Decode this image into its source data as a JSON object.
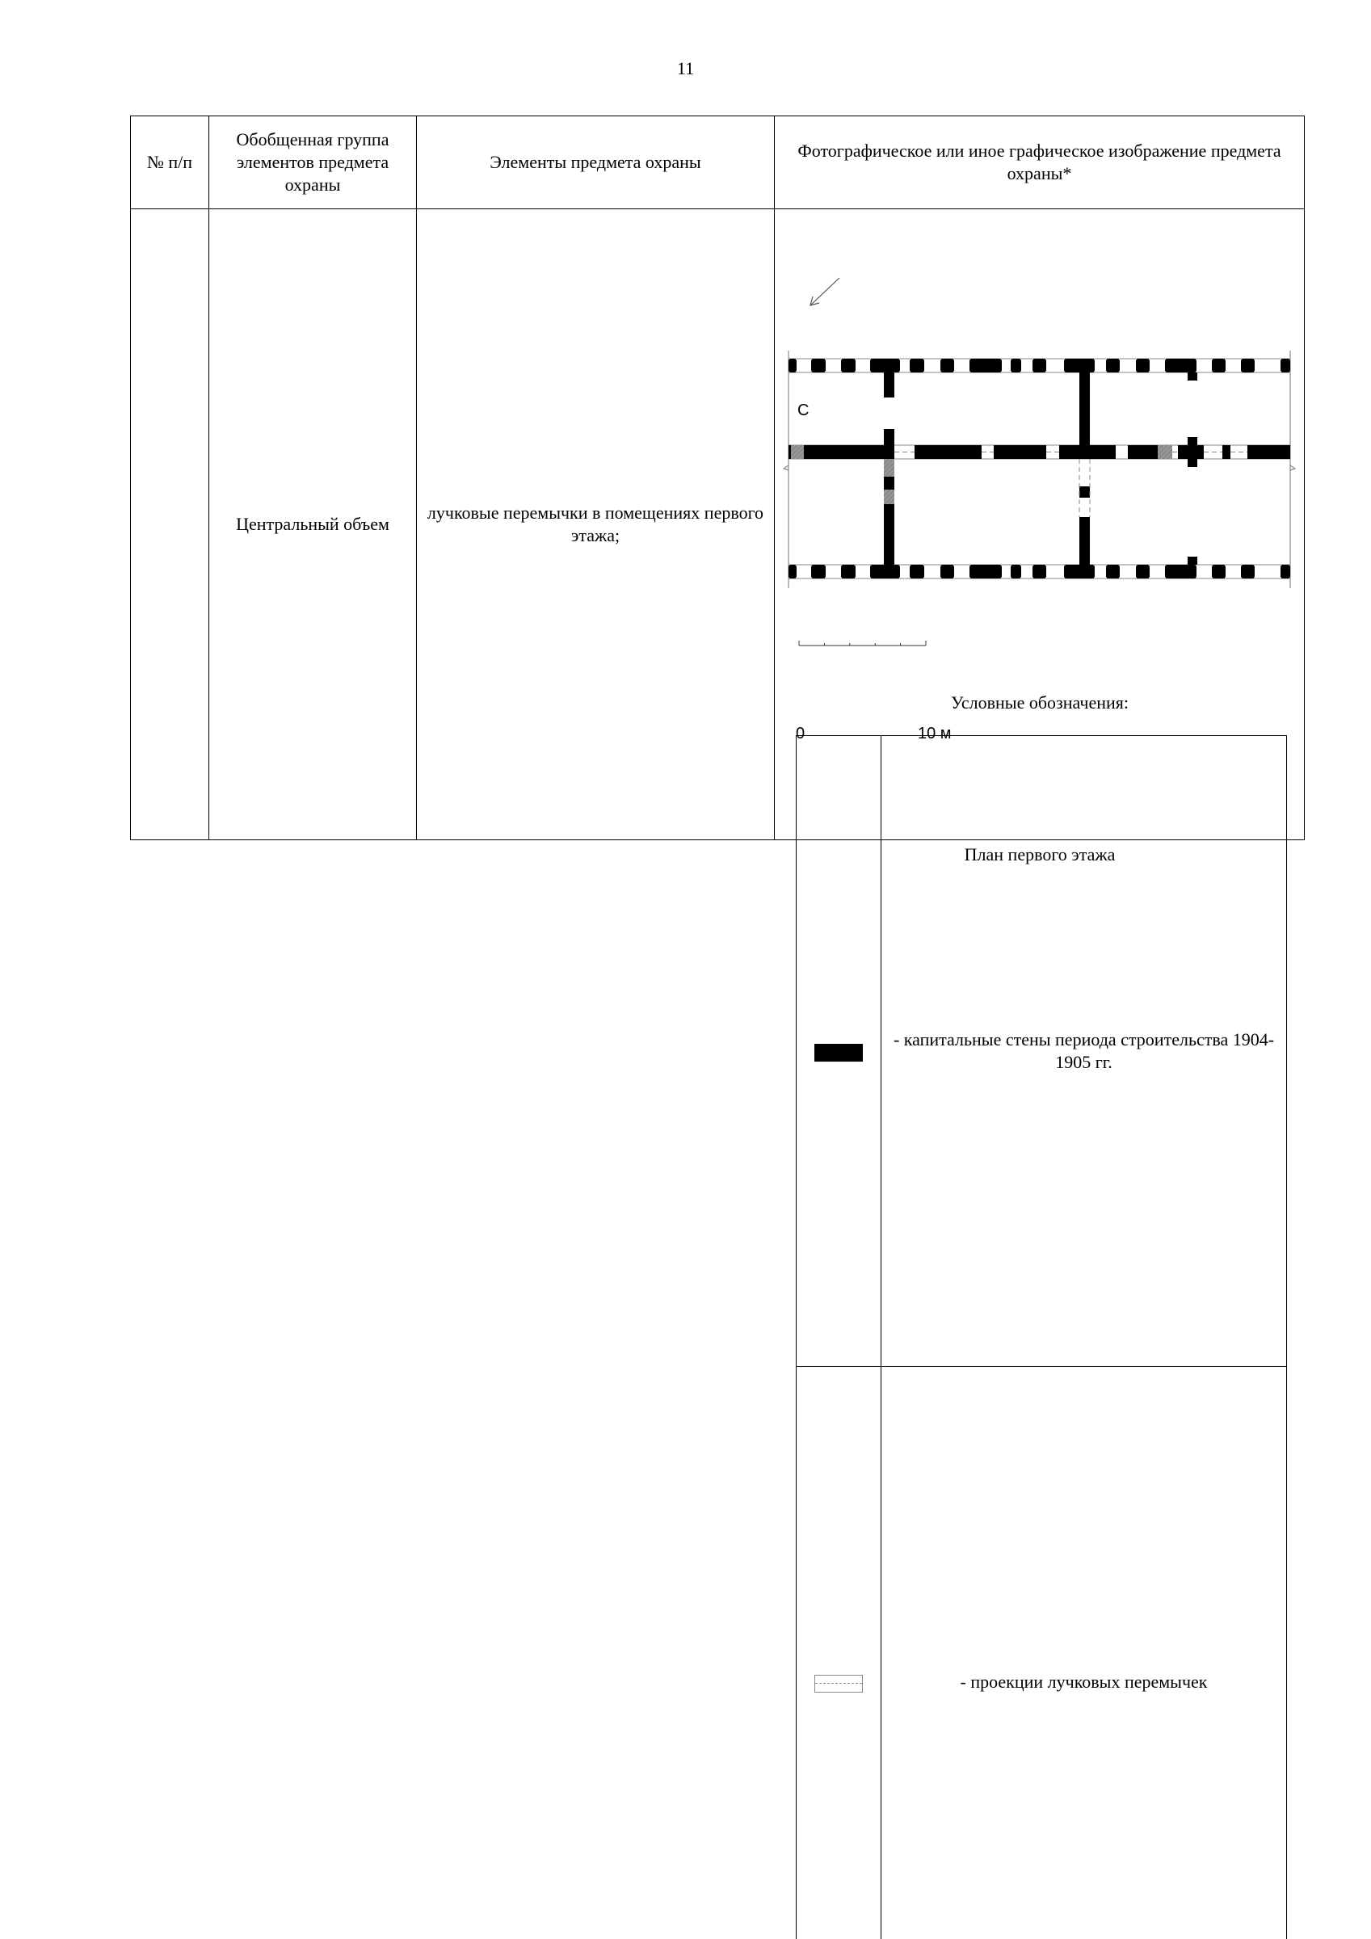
{
  "page_number": "11",
  "table": {
    "headers": [
      "№ п/п",
      "Обобщенная группа элементов предмета охраны",
      "Элементы предмета охраны",
      "Фотографическое или иное графическое изображение предмета охраны*"
    ],
    "rows": [
      {
        "number": "",
        "group": "Центральный объем",
        "element": "лучковые перемычки в помещениях первого этажа;"
      }
    ]
  },
  "drawing": {
    "north_label": "С",
    "scale": {
      "start_label": "0",
      "end_label": "10 м"
    },
    "legend_title": "Условные обозначения:",
    "legend": [
      {
        "symbol": "solid-black-wall",
        "label": "- капитальные стены периода строительства 1904-1905 гг."
      },
      {
        "symbol": "dashed-lintel-projection",
        "label": "- проекции лучковых перемычек"
      }
    ],
    "caption": "План первого этажа",
    "colors": {
      "wall": "#000000",
      "hatched": "#8a8a8a",
      "outline": "#888888"
    }
  }
}
